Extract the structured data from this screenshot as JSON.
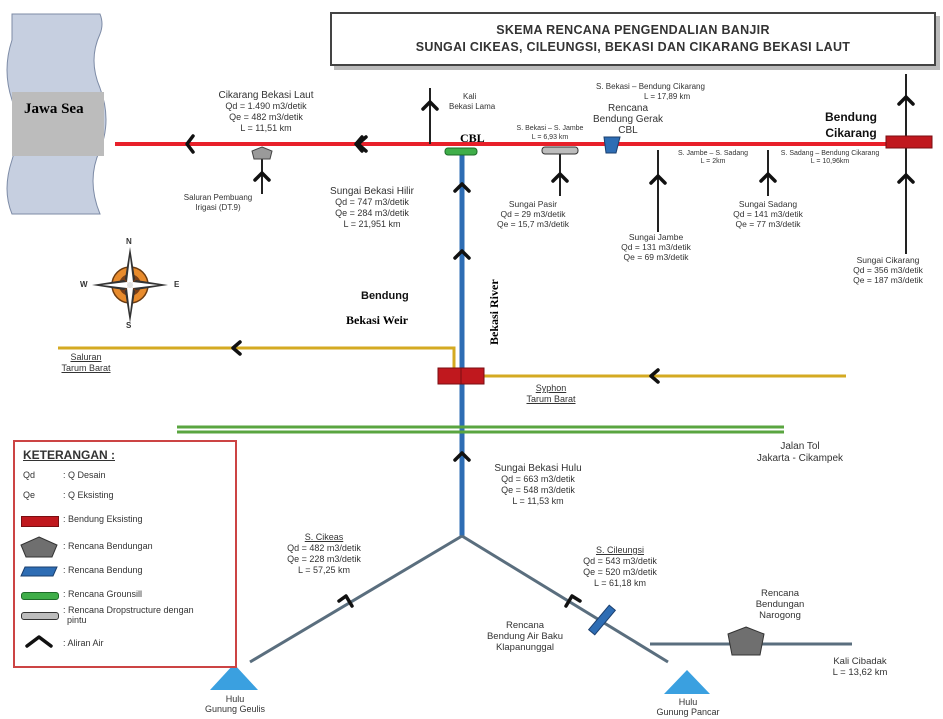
{
  "title": {
    "line1": "SKEMA RENCANA PENGENDALIAN BANJIR",
    "line2": "SUNGAI CIKEAS, CILEUNGSI, BEKASI DAN CIKARANG BEKASI LAUT"
  },
  "sea": {
    "label": "Jawa Sea"
  },
  "cikarang_bekasi_laut": {
    "name": "Cikarang Bekasi Laut",
    "qd": "Qd = 1.490 m3/detik",
    "qe": "Qe = 482 m3/detik",
    "l": "L = 11,51 km"
  },
  "saluran_pembuang": {
    "line1": "Saluran Pembuang",
    "line2": "Irigasi (DT.9)"
  },
  "kali_bekasi_lama": {
    "line1": "Kali",
    "line2": "Bekasi Lama"
  },
  "cbl_label": "CBL",
  "seg_bekasi_jambe": {
    "line1": "S. Bekasi – S. Jambe",
    "line2": "L = 6,93 km"
  },
  "seg_bekasi_bendung": {
    "line1": "S. Bekasi – Bendung Cikarang",
    "line2": "L = 17,89 km"
  },
  "rencana_gerak": {
    "line1": "Rencana",
    "line2": "Bendung Gerak",
    "line3": "CBL"
  },
  "bendung_cikarang": {
    "line1": "Bendung",
    "line2": "Cikarang"
  },
  "seg_jambe_sadang": {
    "line1": "S. Jambe – S. Sadang",
    "line2": "L = 2km"
  },
  "seg_sadang_bendung": {
    "line1": "S. Sadang – Bendung Cikarang",
    "line2": "L = 10,96km"
  },
  "sungai_bekasi_hilir": {
    "name": "Sungai Bekasi Hilir",
    "qd": "Qd = 747 m3/detik",
    "qe": "Qe = 284  m3/detik",
    "l": "L = 21,951  km"
  },
  "sungai_pasir": {
    "name": "Sungai Pasir",
    "qd": "Qd = 29 m3/detik",
    "qe": "Qe = 15,7 m3/detik"
  },
  "sungai_jambe": {
    "name": "Sungai Jambe",
    "qd": "Qd = 131 m3/detik",
    "qe": "Qe = 69 m3/detik"
  },
  "sungai_sadang": {
    "name": "Sungai Sadang",
    "qd": "Qd = 141 m3/detik",
    "qe": "Qe = 77 m3/detik"
  },
  "sungai_cikarang": {
    "name": "Sungai Cikarang",
    "qd": "Qd = 356 m3/detik",
    "qe": "Qe = 187 m3/detik"
  },
  "compass": {
    "n": "N",
    "s": "S",
    "e": "E",
    "w": "W"
  },
  "bendung_label": "Bendung",
  "bekasi_weir": "Bekasi Weir",
  "bekasi_river": "Bekasi River",
  "saluran_tarum": {
    "line1": "Saluran",
    "line2": "Tarum Barat"
  },
  "syphon": {
    "line1": "Syphon",
    "line2": "Tarum Barat"
  },
  "jalan_tol": {
    "line1": "Jalan Tol",
    "line2": "Jakarta - Cikampek"
  },
  "sungai_bekasi_hulu": {
    "name": "Sungai Bekasi Hulu",
    "qd": "Qd = 663 m3/detik",
    "qe": "Qe = 548 m3/detik",
    "l": "L = 11,53 km"
  },
  "s_cikeas": {
    "name": "S. Cikeas",
    "qd": "Qd = 482 m3/detik",
    "qe": "Qe = 228 m3/detik",
    "l": "L = 57,25 km"
  },
  "s_cileungsi": {
    "name": "S. Cileungsi",
    "qd": "Qd = 543 m3/detik",
    "qe": "Qe = 520 m3/detik",
    "l": "L = 61,18 km"
  },
  "bendung_air_baku": {
    "line1": "Rencana",
    "line2": "Bendung Air Baku",
    "line3": "Klapanunggal"
  },
  "bendungan_narogong": {
    "line1": "Rencana",
    "line2": "Bendungan",
    "line3": "Narogong"
  },
  "kali_cibadak": {
    "line1": "Kali Cibadak",
    "line2": "L = 13,62 km"
  },
  "hulu_geulis": {
    "line1": "Hulu",
    "line2": "Gunung Geulis"
  },
  "hulu_pancar": {
    "line1": "Hulu",
    "line2": "Gunung Pancar"
  },
  "legend": {
    "title": "KETERANGAN :",
    "items": [
      {
        "key": "Qd",
        "text": ": Q Desain"
      },
      {
        "key": "Qe",
        "text": ": Q Eksisting"
      },
      {
        "key": "",
        "text": ": Bendung Eksisting"
      },
      {
        "key": "",
        "text": ": Rencana Bendungan"
      },
      {
        "key": "",
        "text": ": Rencana Bendung"
      },
      {
        "key": "",
        "text": ": Rencana Grounsill"
      },
      {
        "key": "",
        "text": ": Rencana Dropstructure dengan"
      },
      {
        "key": "",
        "text": "pintu"
      },
      {
        "key": "",
        "text": ": Aliran Air"
      }
    ]
  },
  "colors": {
    "red_river": "#e8202a",
    "blue_river": "#2e6db4",
    "yellow_channel": "#d4aa22",
    "green_road": "#5aa540",
    "gray_river": "#5a6e7e",
    "bendung": "#c0181e",
    "hulu": "#3aa0e0"
  }
}
